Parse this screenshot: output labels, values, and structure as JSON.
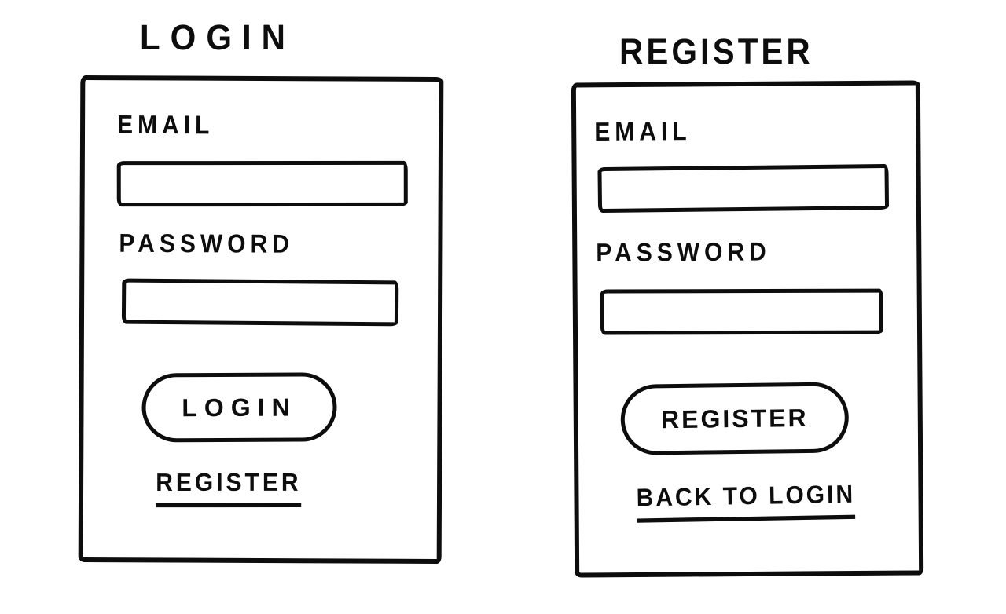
{
  "palette": {
    "ink": "#0d0d0d",
    "paper": "#ffffff"
  },
  "login": {
    "title": "LOGIN",
    "email_label": "EMAIL",
    "email_value": "",
    "password_label": "PASSWORD",
    "password_value": "",
    "submit_label": "LOGIN",
    "register_link_label": "REGISTER"
  },
  "register": {
    "title": "REGISTER",
    "email_label": "EMAIL",
    "email_value": "",
    "password_label": "PASSWORD",
    "password_value": "",
    "submit_label": "REGISTER",
    "back_link_label": "BACK TO LOGIN"
  }
}
